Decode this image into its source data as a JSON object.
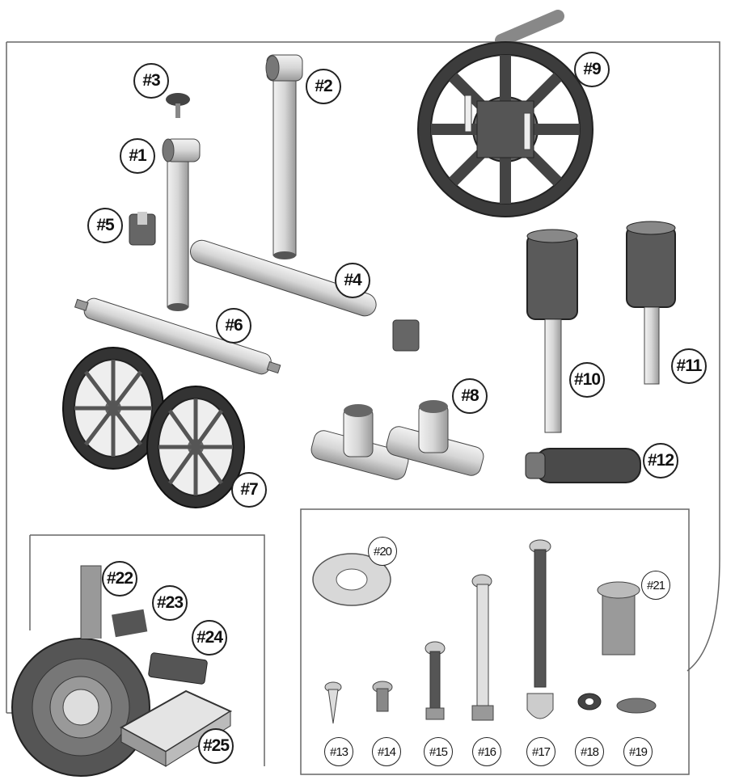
{
  "labels": {
    "p1": "#1",
    "p2": "#2",
    "p3": "#3",
    "p4": "#4",
    "p5": "#5",
    "p6": "#6",
    "p7": "#7",
    "p8": "#8",
    "p9": "#9",
    "p10": "#10",
    "p11": "#11",
    "p12": "#12",
    "p13": "#13",
    "p14": "#14",
    "p15": "#15",
    "p16": "#16",
    "p17": "#17",
    "p18": "#18",
    "p19": "#19",
    "p20": "#20",
    "p21": "#21",
    "p22": "#22",
    "p23": "#23",
    "p24": "#24",
    "p25": "#25"
  },
  "colors": {
    "outline": "#444444",
    "tube": "#dcdcdc",
    "dark_part": "#555555",
    "mid_part": "#888888",
    "background": "#ffffff"
  }
}
